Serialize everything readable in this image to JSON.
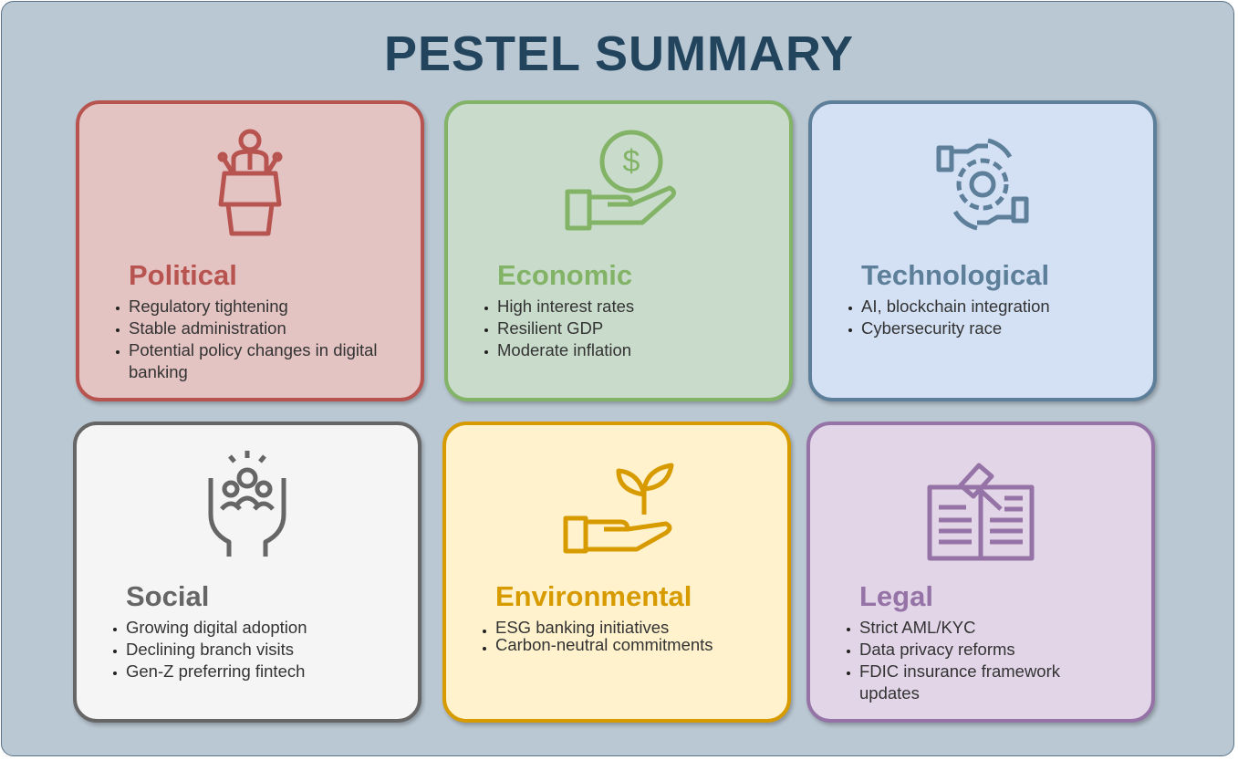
{
  "title": "PESTEL SUMMARY",
  "cards": [
    {
      "key": "political",
      "icon": "podium-speaker-icon",
      "title": "Political",
      "border": "#b85450",
      "fill": "#e4c3c3",
      "items": [
        "Regulatory tightening",
        "Stable administration",
        "Potential policy changes in digital banking"
      ]
    },
    {
      "key": "economic",
      "icon": "money-hand-icon",
      "title": "Economic",
      "border": "#82b366",
      "fill": "#c9dccc",
      "items": [
        "High interest rates",
        "Resilient GDP",
        "Moderate inflation"
      ]
    },
    {
      "key": "technological",
      "icon": "gear-hands-icon",
      "title": "Technological",
      "border": "#5d7f99",
      "fill": "#d4e1f5",
      "items": [
        "AI, blockchain integration",
        "Cybersecurity race"
      ]
    },
    {
      "key": "social",
      "icon": "community-hands-icon",
      "title": "Social",
      "border": "#666666",
      "fill": "#f5f5f5",
      "items": [
        "Growing digital adoption",
        "Declining branch visits",
        "Gen-Z preferring fintech"
      ]
    },
    {
      "key": "environmental",
      "icon": "plant-hand-icon",
      "title": "Environmental",
      "border": "#d79b00",
      "fill": "#fff2cc",
      "items": [
        "ESG banking initiatives",
        "Carbon-neutral commitments"
      ]
    },
    {
      "key": "legal",
      "icon": "gavel-book-icon",
      "title": "Legal",
      "border": "#9673a6",
      "fill": "#e1d5e7",
      "items": [
        "Strict AML/KYC",
        "Data privacy reforms",
        "FDIC insurance framework updates"
      ]
    }
  ]
}
